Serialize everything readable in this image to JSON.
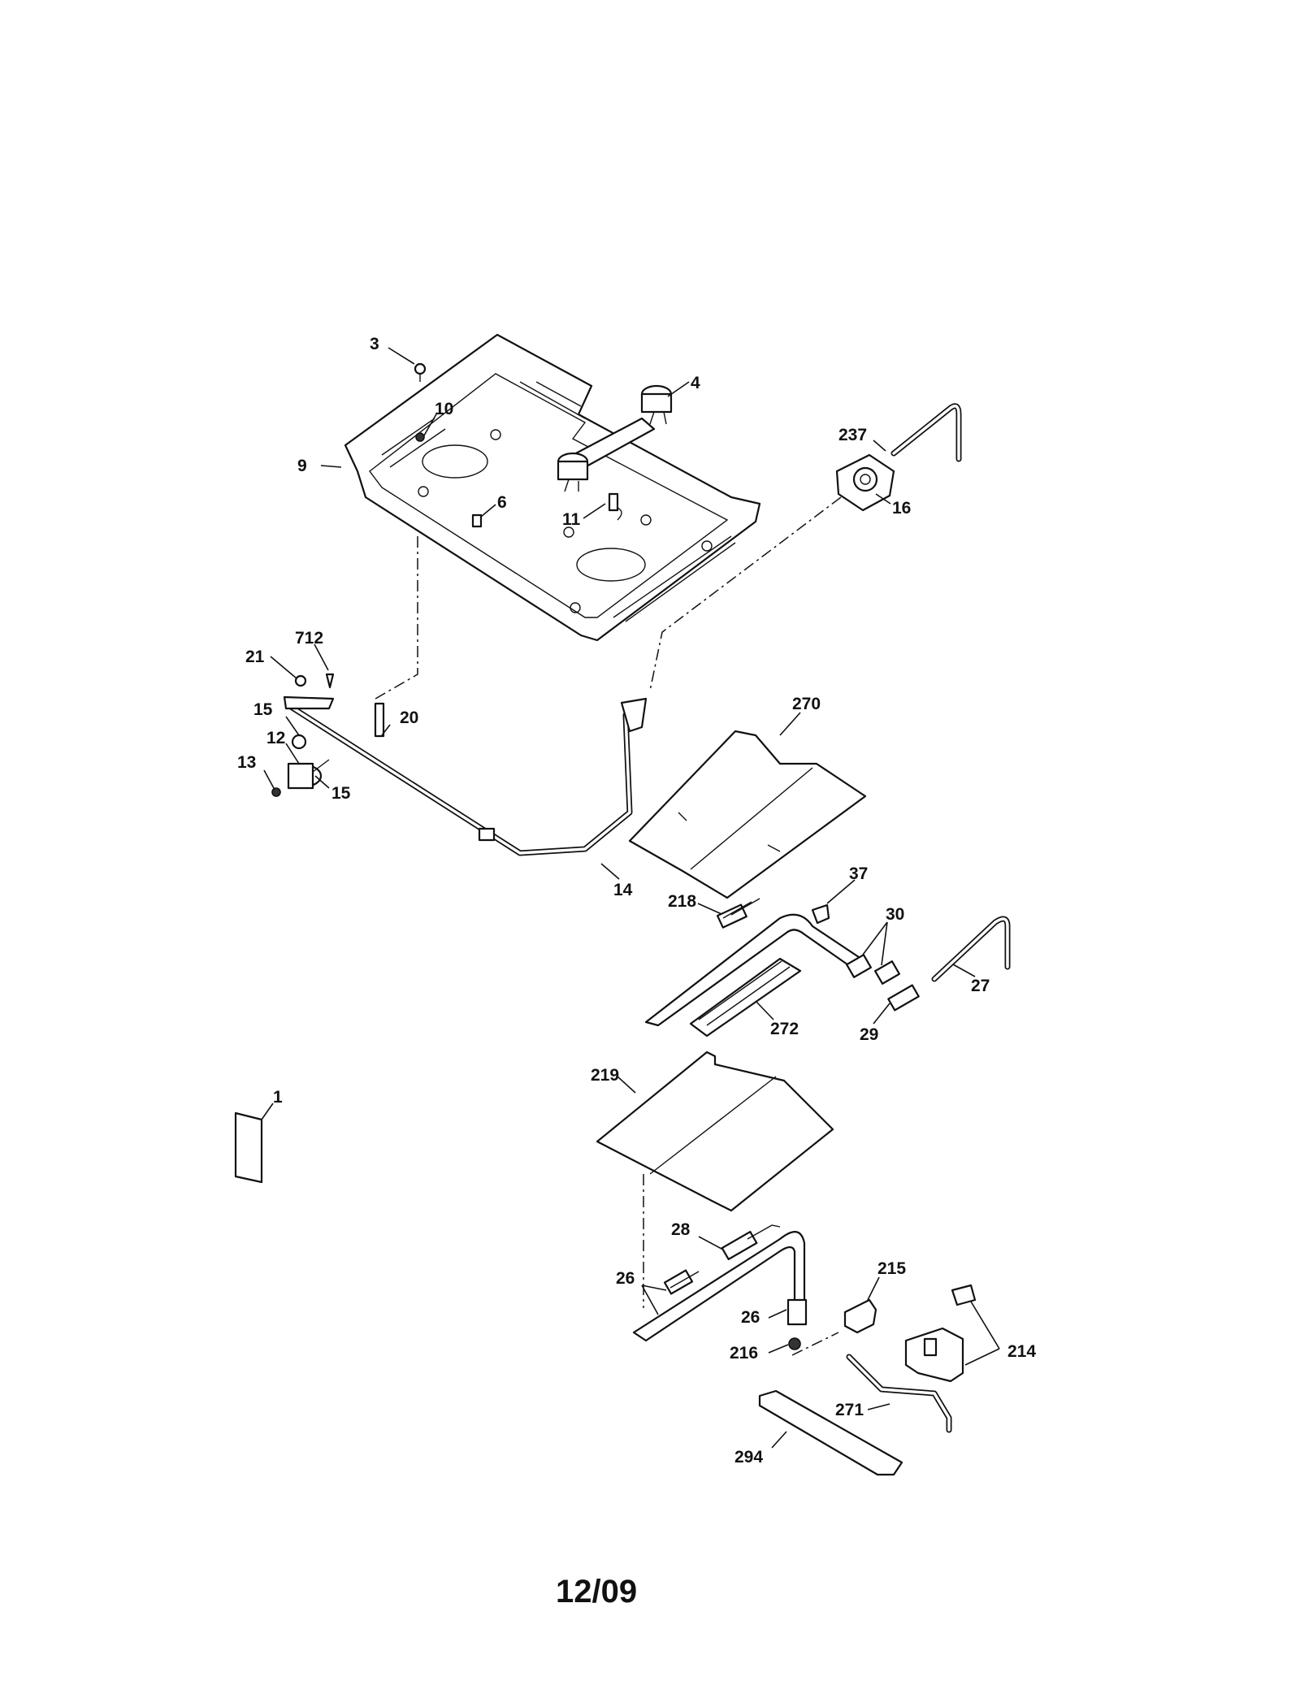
{
  "diagram": {
    "callouts": [
      {
        "id": "c3",
        "text": "3"
      },
      {
        "id": "c4",
        "text": "4"
      },
      {
        "id": "c10",
        "text": "10"
      },
      {
        "id": "c9",
        "text": "9"
      },
      {
        "id": "c6",
        "text": "6"
      },
      {
        "id": "c11",
        "text": "11"
      },
      {
        "id": "c237",
        "text": "237"
      },
      {
        "id": "c16",
        "text": "16"
      },
      {
        "id": "c712",
        "text": "712"
      },
      {
        "id": "c21",
        "text": "21"
      },
      {
        "id": "c15a",
        "text": "15"
      },
      {
        "id": "c20",
        "text": "20"
      },
      {
        "id": "c12",
        "text": "12"
      },
      {
        "id": "c13",
        "text": "13"
      },
      {
        "id": "c15b",
        "text": "15"
      },
      {
        "id": "c270",
        "text": "270"
      },
      {
        "id": "c14",
        "text": "14"
      },
      {
        "id": "c37",
        "text": "37"
      },
      {
        "id": "c218",
        "text": "218"
      },
      {
        "id": "c30",
        "text": "30"
      },
      {
        "id": "c27",
        "text": "27"
      },
      {
        "id": "c272",
        "text": "272"
      },
      {
        "id": "c29",
        "text": "29"
      },
      {
        "id": "c219",
        "text": "219"
      },
      {
        "id": "c1",
        "text": "1"
      },
      {
        "id": "c28",
        "text": "28"
      },
      {
        "id": "c26a",
        "text": "26"
      },
      {
        "id": "c215",
        "text": "215"
      },
      {
        "id": "c26b",
        "text": "26"
      },
      {
        "id": "c216",
        "text": "216"
      },
      {
        "id": "c214",
        "text": "214"
      },
      {
        "id": "c271",
        "text": "271"
      },
      {
        "id": "c294",
        "text": "294"
      }
    ],
    "footer_date": "12/09"
  }
}
